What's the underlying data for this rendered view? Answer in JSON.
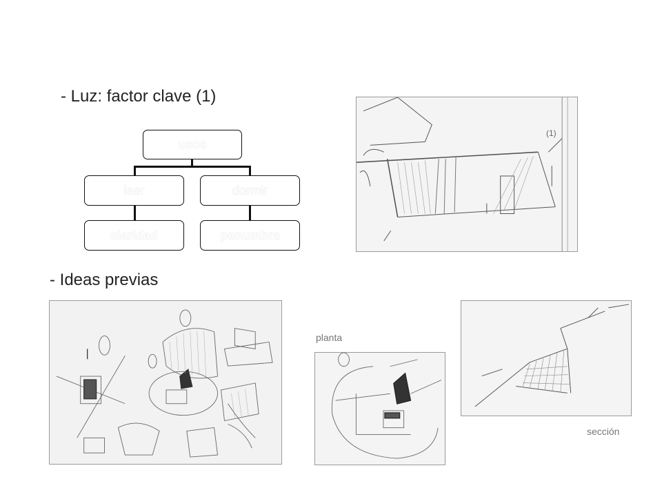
{
  "headings": {
    "luz": "- Luz: factor clave (1)",
    "ideas": "- Ideas previas"
  },
  "hierarchy": {
    "root": "usos",
    "branches": [
      {
        "label": "leer",
        "leaf": "claridad"
      },
      {
        "label": "dormir",
        "leaf": "penumbra"
      }
    ]
  },
  "sketches": {
    "section_note": "(1)",
    "planta_caption": "planta",
    "seccion_caption": "sección"
  },
  "colors": {
    "node_border": "#111111",
    "node_fill": "#ffffff",
    "text": "#222222",
    "caption": "#777777"
  }
}
